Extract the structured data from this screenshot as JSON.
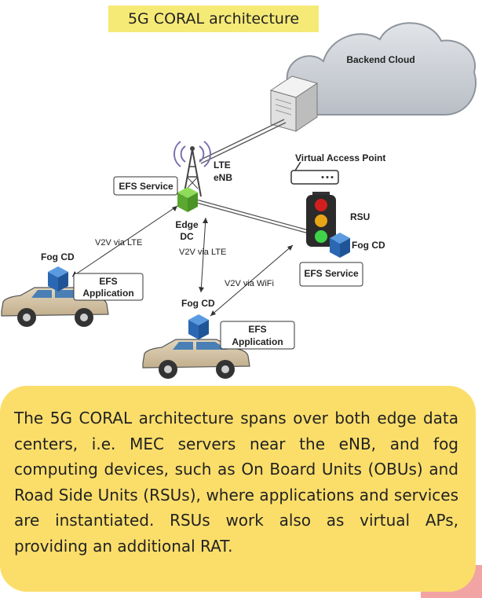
{
  "title": "5G CORAL architecture",
  "labels": {
    "backend_cloud": "Backend Cloud",
    "lte": "LTE",
    "enb": "eNB",
    "virtual_access_point": "Virtual Access Point",
    "rsu": "RSU",
    "efs_service_left": "EFS Service",
    "efs_service_right": "EFS Service",
    "edge": "Edge",
    "dc": "DC",
    "fog_cd_left": "Fog CD",
    "fog_cd_rsu": "Fog CD",
    "fog_cd_bottom": "Fog CD",
    "efs_application_left_1": "EFS",
    "efs_application_left_2": "Application",
    "efs_application_bottom_1": "EFS",
    "efs_application_bottom_2": "Application",
    "v2v_lte_left": "V2V via LTE",
    "v2v_lte_center": "V2V via LTE",
    "v2v_wifi": "V2V via WiFi"
  },
  "caption": "The 5G CORAL architecture spans over both edge data centers, i.e. MEC servers near the eNB, and fog computing devices, such as On Board Units (OBUs) and Road Side Units (RSUs), where applications and services are instantiated. RSUs work also as virtual APs, providing an additional RAT.",
  "colors": {
    "title_bg": "#f6ea77",
    "caption_bg": "#fbde6a",
    "cloud": "#c9cdd3",
    "edge_cube": "#6dc23a",
    "fog_cube": "#2f73c0",
    "car_body": "#d4c3a4",
    "accent_pink": "#f2a4a4"
  }
}
